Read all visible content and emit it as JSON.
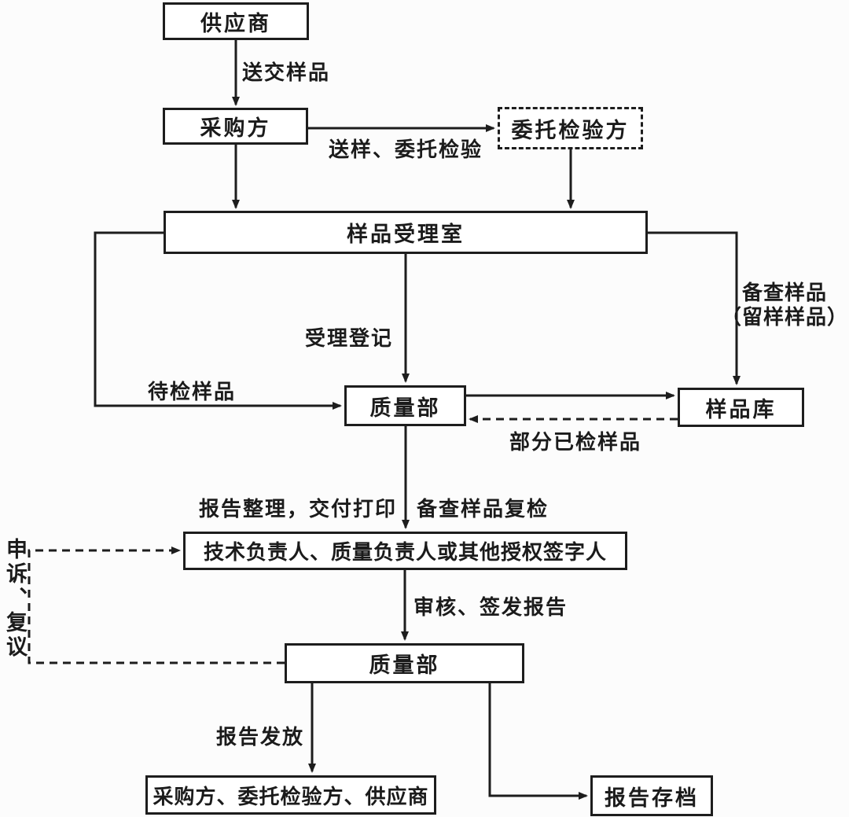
{
  "diagram": {
    "type": "flowchart",
    "language": "zh-CN",
    "colors": {
      "line": "#1d1d1d",
      "background": "#fcfcfc",
      "node_bg": "#ffffff",
      "text": "#1b1b1b"
    },
    "nodes": {
      "supplier": {
        "label": "供应商"
      },
      "purchaser": {
        "label": "采购方"
      },
      "commissioned": {
        "label": "委托检验方",
        "border": "dashed"
      },
      "reception": {
        "label": "样品受理室"
      },
      "quality_upper": {
        "label": "质量部"
      },
      "sample_store": {
        "label": "样品库"
      },
      "signatory": {
        "label": "技术负责人、质量负责人或其他授权签字人"
      },
      "quality_lower": {
        "label": "质量部"
      },
      "recipients": {
        "label": "采购方、委托检验方、供应商"
      },
      "archive": {
        "label": "报告存档"
      }
    },
    "edge_labels": {
      "deliver_sample": "送交样品",
      "send_commission": "送样、委托检验",
      "acceptance_register": "受理登记",
      "pending_samples": "待检样品",
      "reference_sample_1": "备查样品",
      "reference_sample_2": "（留样样品）",
      "partially_checked": "部分已检样品",
      "report_prep": "报告整理，交付打印",
      "reference_recheck": "备查样品复检",
      "review_issue": "审核、签发报告",
      "appeal_review": "申诉、复议",
      "report_release": "报告发放"
    }
  }
}
